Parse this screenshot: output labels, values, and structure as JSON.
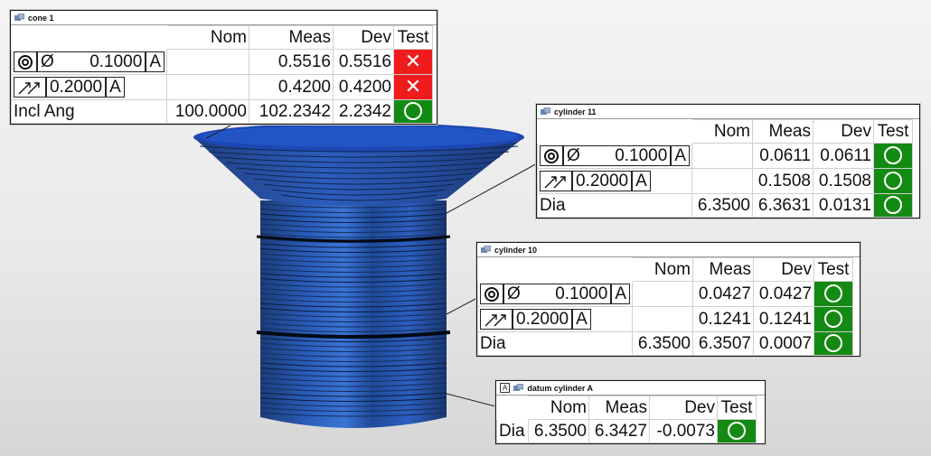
{
  "cards": {
    "cone": {
      "title": "cone 1",
      "headers": {
        "nom": "Nom",
        "meas": "Meas",
        "dev": "Dev",
        "test": "Test"
      },
      "rows": [
        {
          "kind": "concentricity",
          "dia_symbol": "Ø",
          "tolerance": "0.1000",
          "datum": "A",
          "nom": "",
          "meas": "0.5516",
          "dev": "0.5516",
          "status": "fail"
        },
        {
          "kind": "runout",
          "tolerance": "0.2000",
          "datum": "A",
          "nom": "",
          "meas": "0.4200",
          "dev": "0.4200",
          "status": "fail"
        },
        {
          "kind": "label",
          "label": "Incl Ang",
          "nom": "100.0000",
          "meas": "102.2342",
          "dev": "2.2342",
          "status": "pass"
        }
      ]
    },
    "cyl11": {
      "title": "cylinder 11",
      "headers": {
        "nom": "Nom",
        "meas": "Meas",
        "dev": "Dev",
        "test": "Test"
      },
      "rows": [
        {
          "kind": "concentricity",
          "dia_symbol": "Ø",
          "tolerance": "0.1000",
          "datum": "A",
          "nom": "",
          "meas": "0.0611",
          "dev": "0.0611",
          "status": "pass"
        },
        {
          "kind": "runout",
          "tolerance": "0.2000",
          "datum": "A",
          "nom": "",
          "meas": "0.1508",
          "dev": "0.1508",
          "status": "pass"
        },
        {
          "kind": "label",
          "label": "Dia",
          "nom": "6.3500",
          "meas": "6.3631",
          "dev": "0.0131",
          "status": "pass"
        }
      ]
    },
    "cyl10": {
      "title": "cylinder 10",
      "headers": {
        "nom": "Nom",
        "meas": "Meas",
        "dev": "Dev",
        "test": "Test"
      },
      "rows": [
        {
          "kind": "concentricity",
          "dia_symbol": "Ø",
          "tolerance": "0.1000",
          "datum": "A",
          "nom": "",
          "meas": "0.0427",
          "dev": "0.0427",
          "status": "pass"
        },
        {
          "kind": "runout",
          "tolerance": "0.2000",
          "datum": "A",
          "nom": "",
          "meas": "0.1241",
          "dev": "0.1241",
          "status": "pass"
        },
        {
          "kind": "label",
          "label": "Dia",
          "nom": "6.3500",
          "meas": "6.3507",
          "dev": "0.0007",
          "status": "pass"
        }
      ]
    },
    "datum": {
      "title": "datum cylinder A",
      "datum_tag": "A",
      "headers": {
        "nom": "Nom",
        "meas": "Meas",
        "dev": "Dev",
        "test": "Test"
      },
      "rows": [
        {
          "kind": "label",
          "label": "Dia",
          "nom": "6.3500",
          "meas": "6.3427",
          "dev": "-0.0073",
          "status": "pass"
        }
      ]
    }
  },
  "colors": {
    "pass": "#138a13",
    "fail": "#ee1c1c",
    "part_blue": "#1f4fa8"
  },
  "icons": {
    "card_icon": "feature-icon",
    "fail": "x-mark-icon",
    "pass": "circle-pass-icon"
  }
}
